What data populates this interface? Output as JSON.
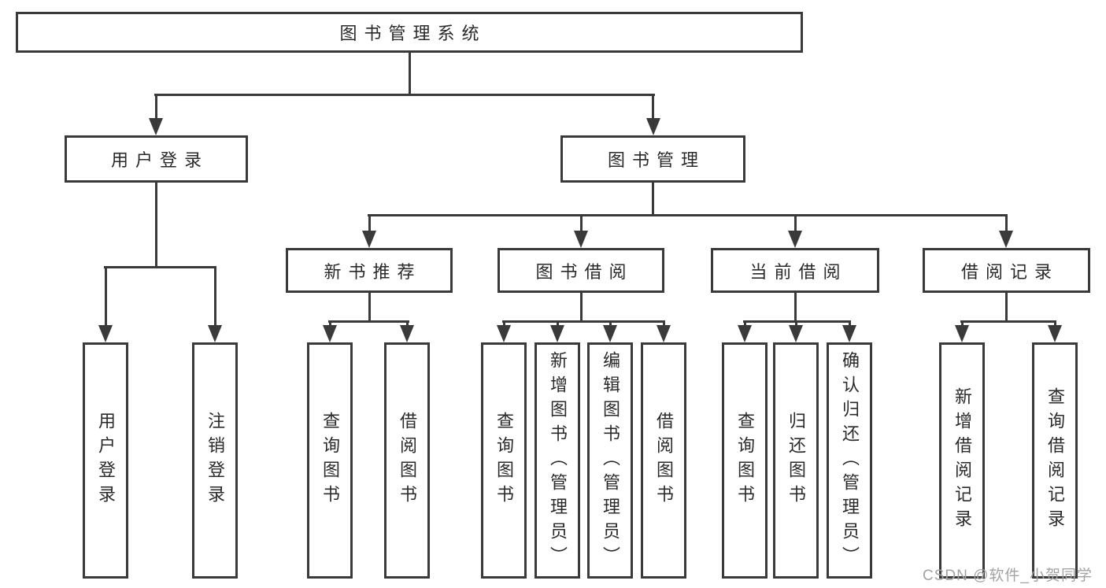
{
  "diagram_title": "图书管理系统",
  "tree": {
    "label": "图书管理系统",
    "children": [
      {
        "label": "用户登录",
        "children": [
          {
            "label": "用户登录"
          },
          {
            "label": "注销登录"
          }
        ]
      },
      {
        "label": "图书管理",
        "children": [
          {
            "label": "新书推荐",
            "children": [
              {
                "label": "查询图书"
              },
              {
                "label": "借阅图书"
              }
            ]
          },
          {
            "label": "图书借阅",
            "children": [
              {
                "label": "查询图书"
              },
              {
                "label": "新增图书（管理员）"
              },
              {
                "label": "编辑图书（管理员）"
              },
              {
                "label": "借阅图书"
              }
            ]
          },
          {
            "label": "当前借阅",
            "children": [
              {
                "label": "查询图书"
              },
              {
                "label": "归还图书"
              },
              {
                "label": "确认归还（管理员）"
              }
            ]
          },
          {
            "label": "借阅记录",
            "children": [
              {
                "label": "新增借阅记录"
              },
              {
                "label": "查询借阅记录"
              }
            ]
          }
        ]
      }
    ]
  },
  "watermark": "CSDN @软件_小贺同学",
  "colors": {
    "line": "#3a3a3a",
    "text": "#2a2a2a",
    "watermark": "#a3a3a3",
    "background": "#ffffff"
  }
}
